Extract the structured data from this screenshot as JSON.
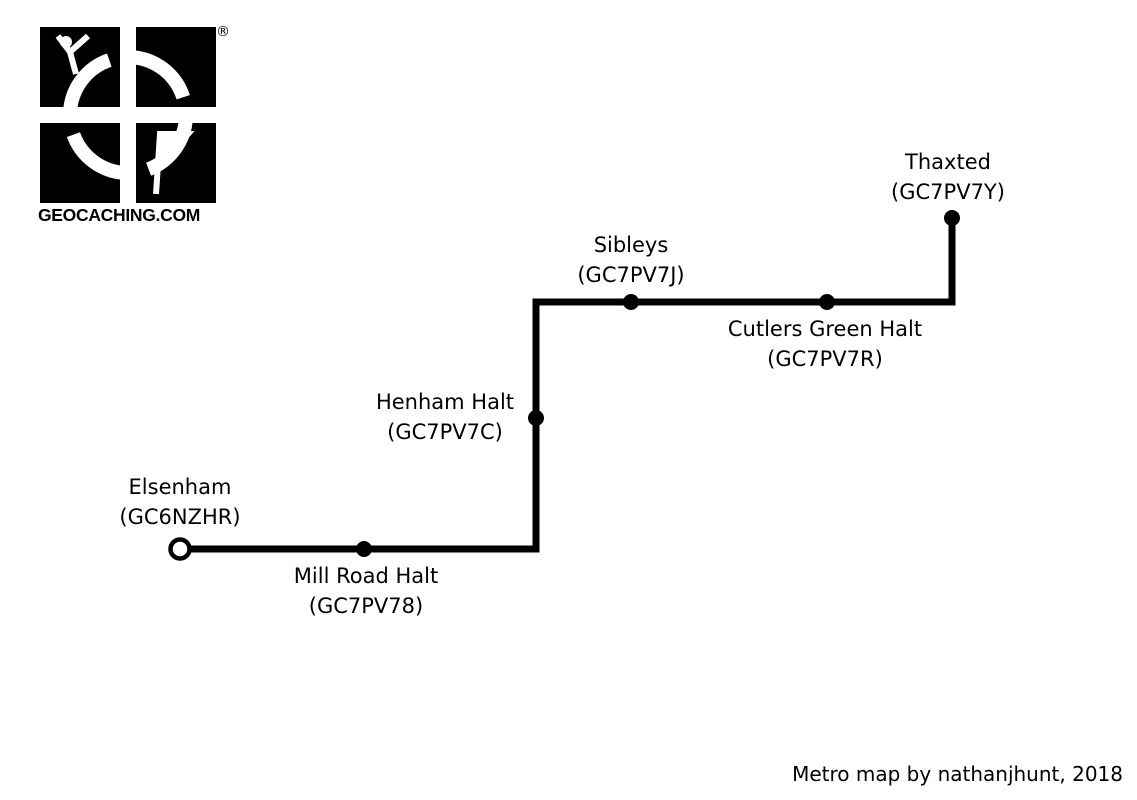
{
  "logo": {
    "wordmark": "GEOCACHING.COM",
    "registered": "®"
  },
  "stations": [
    {
      "name": "Elsenham",
      "code": "(GC6NZHR)",
      "type": "terminus"
    },
    {
      "name": "Mill Road Halt",
      "code": "(GC7PV78)",
      "type": "stop"
    },
    {
      "name": "Henham Halt",
      "code": "(GC7PV7C)",
      "type": "stop"
    },
    {
      "name": "Sibleys",
      "code": "(GC7PV7J)",
      "type": "stop"
    },
    {
      "name": "Cutlers Green Halt",
      "code": "(GC7PV7R)",
      "type": "stop"
    },
    {
      "name": "Thaxted",
      "code": "(GC7PV7Y)",
      "type": "stop"
    }
  ],
  "credit": "Metro map by nathanjhunt, 2018",
  "colors": {
    "line": "#000000",
    "background": "#ffffff"
  }
}
